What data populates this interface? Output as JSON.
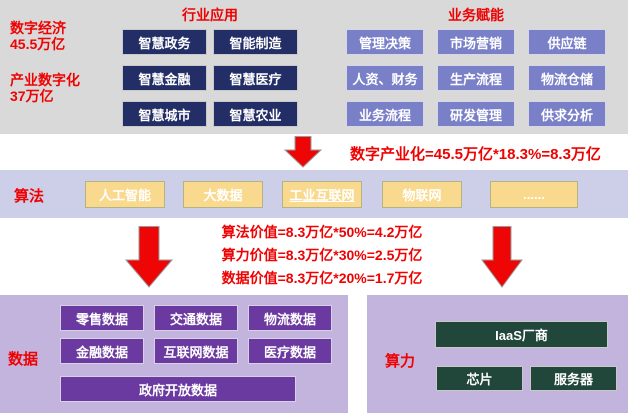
{
  "colors": {
    "accent_red": "#ee0202",
    "navy_chip": "#242e66",
    "periwinkle_chip": "#7a80c8",
    "yellow_chip": "#f9d98d",
    "band_lavender": "#cdcfe9",
    "panel_purple": "#c2b4dd",
    "deep_purple_chip": "#6b3aa0",
    "dark_green_chip": "#21463a",
    "top_section_gray": "#d9d9d9"
  },
  "top": {
    "stat1_line1": "数字经济",
    "stat1_line2": "45.5万亿",
    "stat2_line1": "产业数字化",
    "stat2_line2": "37万亿",
    "industry": {
      "title": "行业应用",
      "items": [
        "智慧政务",
        "智能制造",
        "智慧金融",
        "智慧医疗",
        "智慧城市",
        "智慧农业"
      ]
    },
    "business": {
      "title": "业务赋能",
      "items": [
        "管理决策",
        "市场营销",
        "供应链",
        "人资、财务",
        "生产流程",
        "物流仓储",
        "业务流程",
        "研发管理",
        "供求分析"
      ]
    }
  },
  "digital_industrialization_formula": "数字产业化=45.5万亿*18.3%=8.3万亿",
  "algorithm_row": {
    "label": "算法",
    "items": [
      "人工智能",
      "大数据",
      "工业互联网",
      "物联网",
      "......"
    ]
  },
  "value_formulas": [
    "算法价值=8.3万亿*50%=4.2万亿",
    "算力价值=8.3万亿*30%=2.5万亿",
    "数据价值=8.3万亿*20%=1.7万亿"
  ],
  "data_panel": {
    "label": "数据",
    "items": [
      "零售数据",
      "交通数据",
      "物流数据",
      "金融数据",
      "互联网数据",
      "医疗数据"
    ],
    "wide_item": "政府开放数据"
  },
  "compute_panel": {
    "label": "算力",
    "wide_item": "IaaS厂商",
    "items": [
      "芯片",
      "服务器"
    ]
  }
}
